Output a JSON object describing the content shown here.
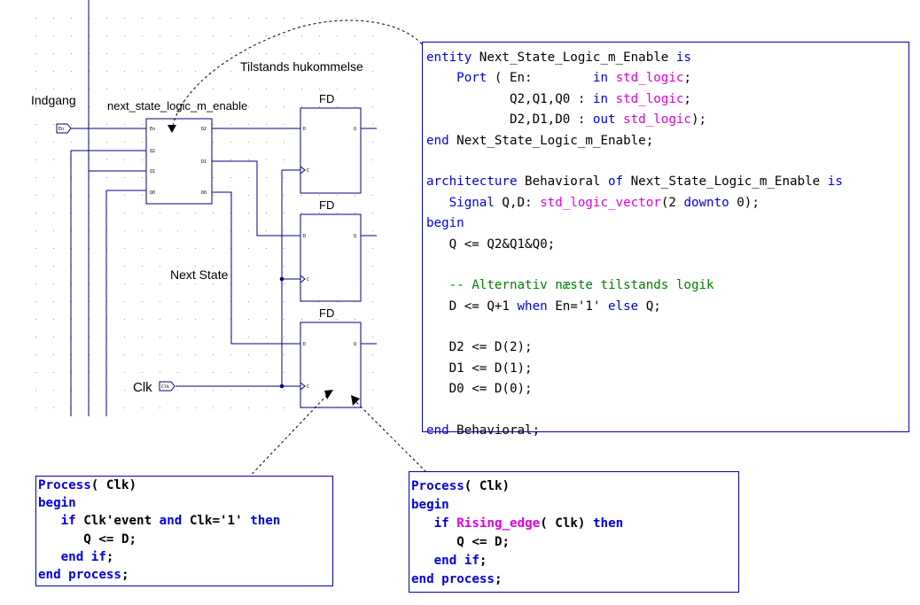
{
  "labels": {
    "indgang": "Indgang",
    "next_state_logic_block": "next_state_logic_m_enable",
    "tilstands_hukommelse": "Tilstands hukommelse",
    "next_state": "Next State",
    "clk": "Clk",
    "fd1": "FD",
    "fd2": "FD",
    "fd3": "FD",
    "en_port": "En",
    "clk_port": "Clk"
  },
  "vhdl_entity": [
    [
      [
        "kw",
        "entity "
      ],
      [
        "tx",
        "Next_State_Logic_m_Enable "
      ],
      [
        "kw",
        "is"
      ]
    ],
    [
      [
        "tx",
        "    "
      ],
      [
        "kw",
        "Port "
      ],
      [
        "tx",
        "( En:        "
      ],
      [
        "kw",
        "in "
      ],
      [
        "ty",
        "std_logic"
      ],
      [
        "tx",
        ";"
      ]
    ],
    [
      [
        "tx",
        "           Q2,Q1,Q0 : "
      ],
      [
        "kw",
        "in "
      ],
      [
        "ty",
        "std_logic"
      ],
      [
        "tx",
        ";"
      ]
    ],
    [
      [
        "tx",
        "           D2,D1,D0 : "
      ],
      [
        "kw",
        "out "
      ],
      [
        "ty",
        "std_logic"
      ],
      [
        "tx",
        ");"
      ]
    ],
    [
      [
        "kw",
        "end "
      ],
      [
        "tx",
        "Next_State_Logic_m_Enable;"
      ]
    ],
    [
      [
        "tx",
        " "
      ]
    ],
    [
      [
        "kw",
        "architecture "
      ],
      [
        "tx",
        "Behavioral "
      ],
      [
        "kw",
        "of "
      ],
      [
        "tx",
        "Next_State_Logic_m_Enable "
      ],
      [
        "kw",
        "is"
      ]
    ],
    [
      [
        "tx",
        "   "
      ],
      [
        "kw",
        "Signal "
      ],
      [
        "tx",
        "Q,D: "
      ],
      [
        "ty",
        "std_logic_vector"
      ],
      [
        "tx",
        "(2 "
      ],
      [
        "kw",
        "downto "
      ],
      [
        "tx",
        "0);"
      ]
    ],
    [
      [
        "kw",
        "begin"
      ]
    ],
    [
      [
        "tx",
        "   Q <= Q2&Q1&Q0;"
      ]
    ],
    [
      [
        "tx",
        " "
      ]
    ],
    [
      [
        "tx",
        "   "
      ],
      [
        "cm",
        "-- Alternativ næste tilstands logik"
      ]
    ],
    [
      [
        "tx",
        "   D <= Q+1 "
      ],
      [
        "kw",
        "when "
      ],
      [
        "tx",
        "En='1' "
      ],
      [
        "kw",
        "else "
      ],
      [
        "tx",
        "Q;"
      ]
    ],
    [
      [
        "tx",
        " "
      ]
    ],
    [
      [
        "tx",
        "   D2 <= D(2);"
      ]
    ],
    [
      [
        "tx",
        "   D1 <= D(1);"
      ]
    ],
    [
      [
        "tx",
        "   D0 <= D(0);"
      ]
    ],
    [
      [
        "tx",
        " "
      ]
    ],
    [
      [
        "kw",
        "end "
      ],
      [
        "tx",
        "Behavioral;"
      ]
    ]
  ],
  "process_left": [
    [
      [
        "kw",
        "Process"
      ],
      [
        "st",
        "( Clk)"
      ]
    ],
    [
      [
        "kw",
        "begin"
      ]
    ],
    [
      [
        "st",
        "   "
      ],
      [
        "kw",
        "if "
      ],
      [
        "st",
        "Clk'event "
      ],
      [
        "kw",
        "and "
      ],
      [
        "st",
        "Clk='1' "
      ],
      [
        "kw",
        "then"
      ]
    ],
    [
      [
        "st",
        "      Q <= D;"
      ]
    ],
    [
      [
        "st",
        "   "
      ],
      [
        "kw",
        "end if"
      ],
      [
        "st",
        ";"
      ]
    ],
    [
      [
        "kw",
        "end process"
      ],
      [
        "st",
        ";"
      ]
    ]
  ],
  "process_right": [
    [
      [
        "kw",
        "Process"
      ],
      [
        "st",
        "( Clk)"
      ]
    ],
    [
      [
        "kw",
        "begin"
      ]
    ],
    [
      [
        "st",
        "   "
      ],
      [
        "kw",
        "if "
      ],
      [
        "ty",
        "Rising_edge"
      ],
      [
        "st",
        "( Clk) "
      ],
      [
        "kw",
        "then"
      ]
    ],
    [
      [
        "st",
        "      Q <= D;"
      ]
    ],
    [
      [
        "st",
        "   "
      ],
      [
        "kw",
        "end if"
      ],
      [
        "st",
        ";"
      ]
    ],
    [
      [
        "kw",
        "end process"
      ],
      [
        "st",
        ";"
      ]
    ]
  ],
  "colors": {
    "keyword": "#0000e0",
    "type": "#e000e0",
    "comment": "#008000",
    "wire": "#000080",
    "box_border": "#0000b0",
    "grid_dot": "#808080"
  }
}
